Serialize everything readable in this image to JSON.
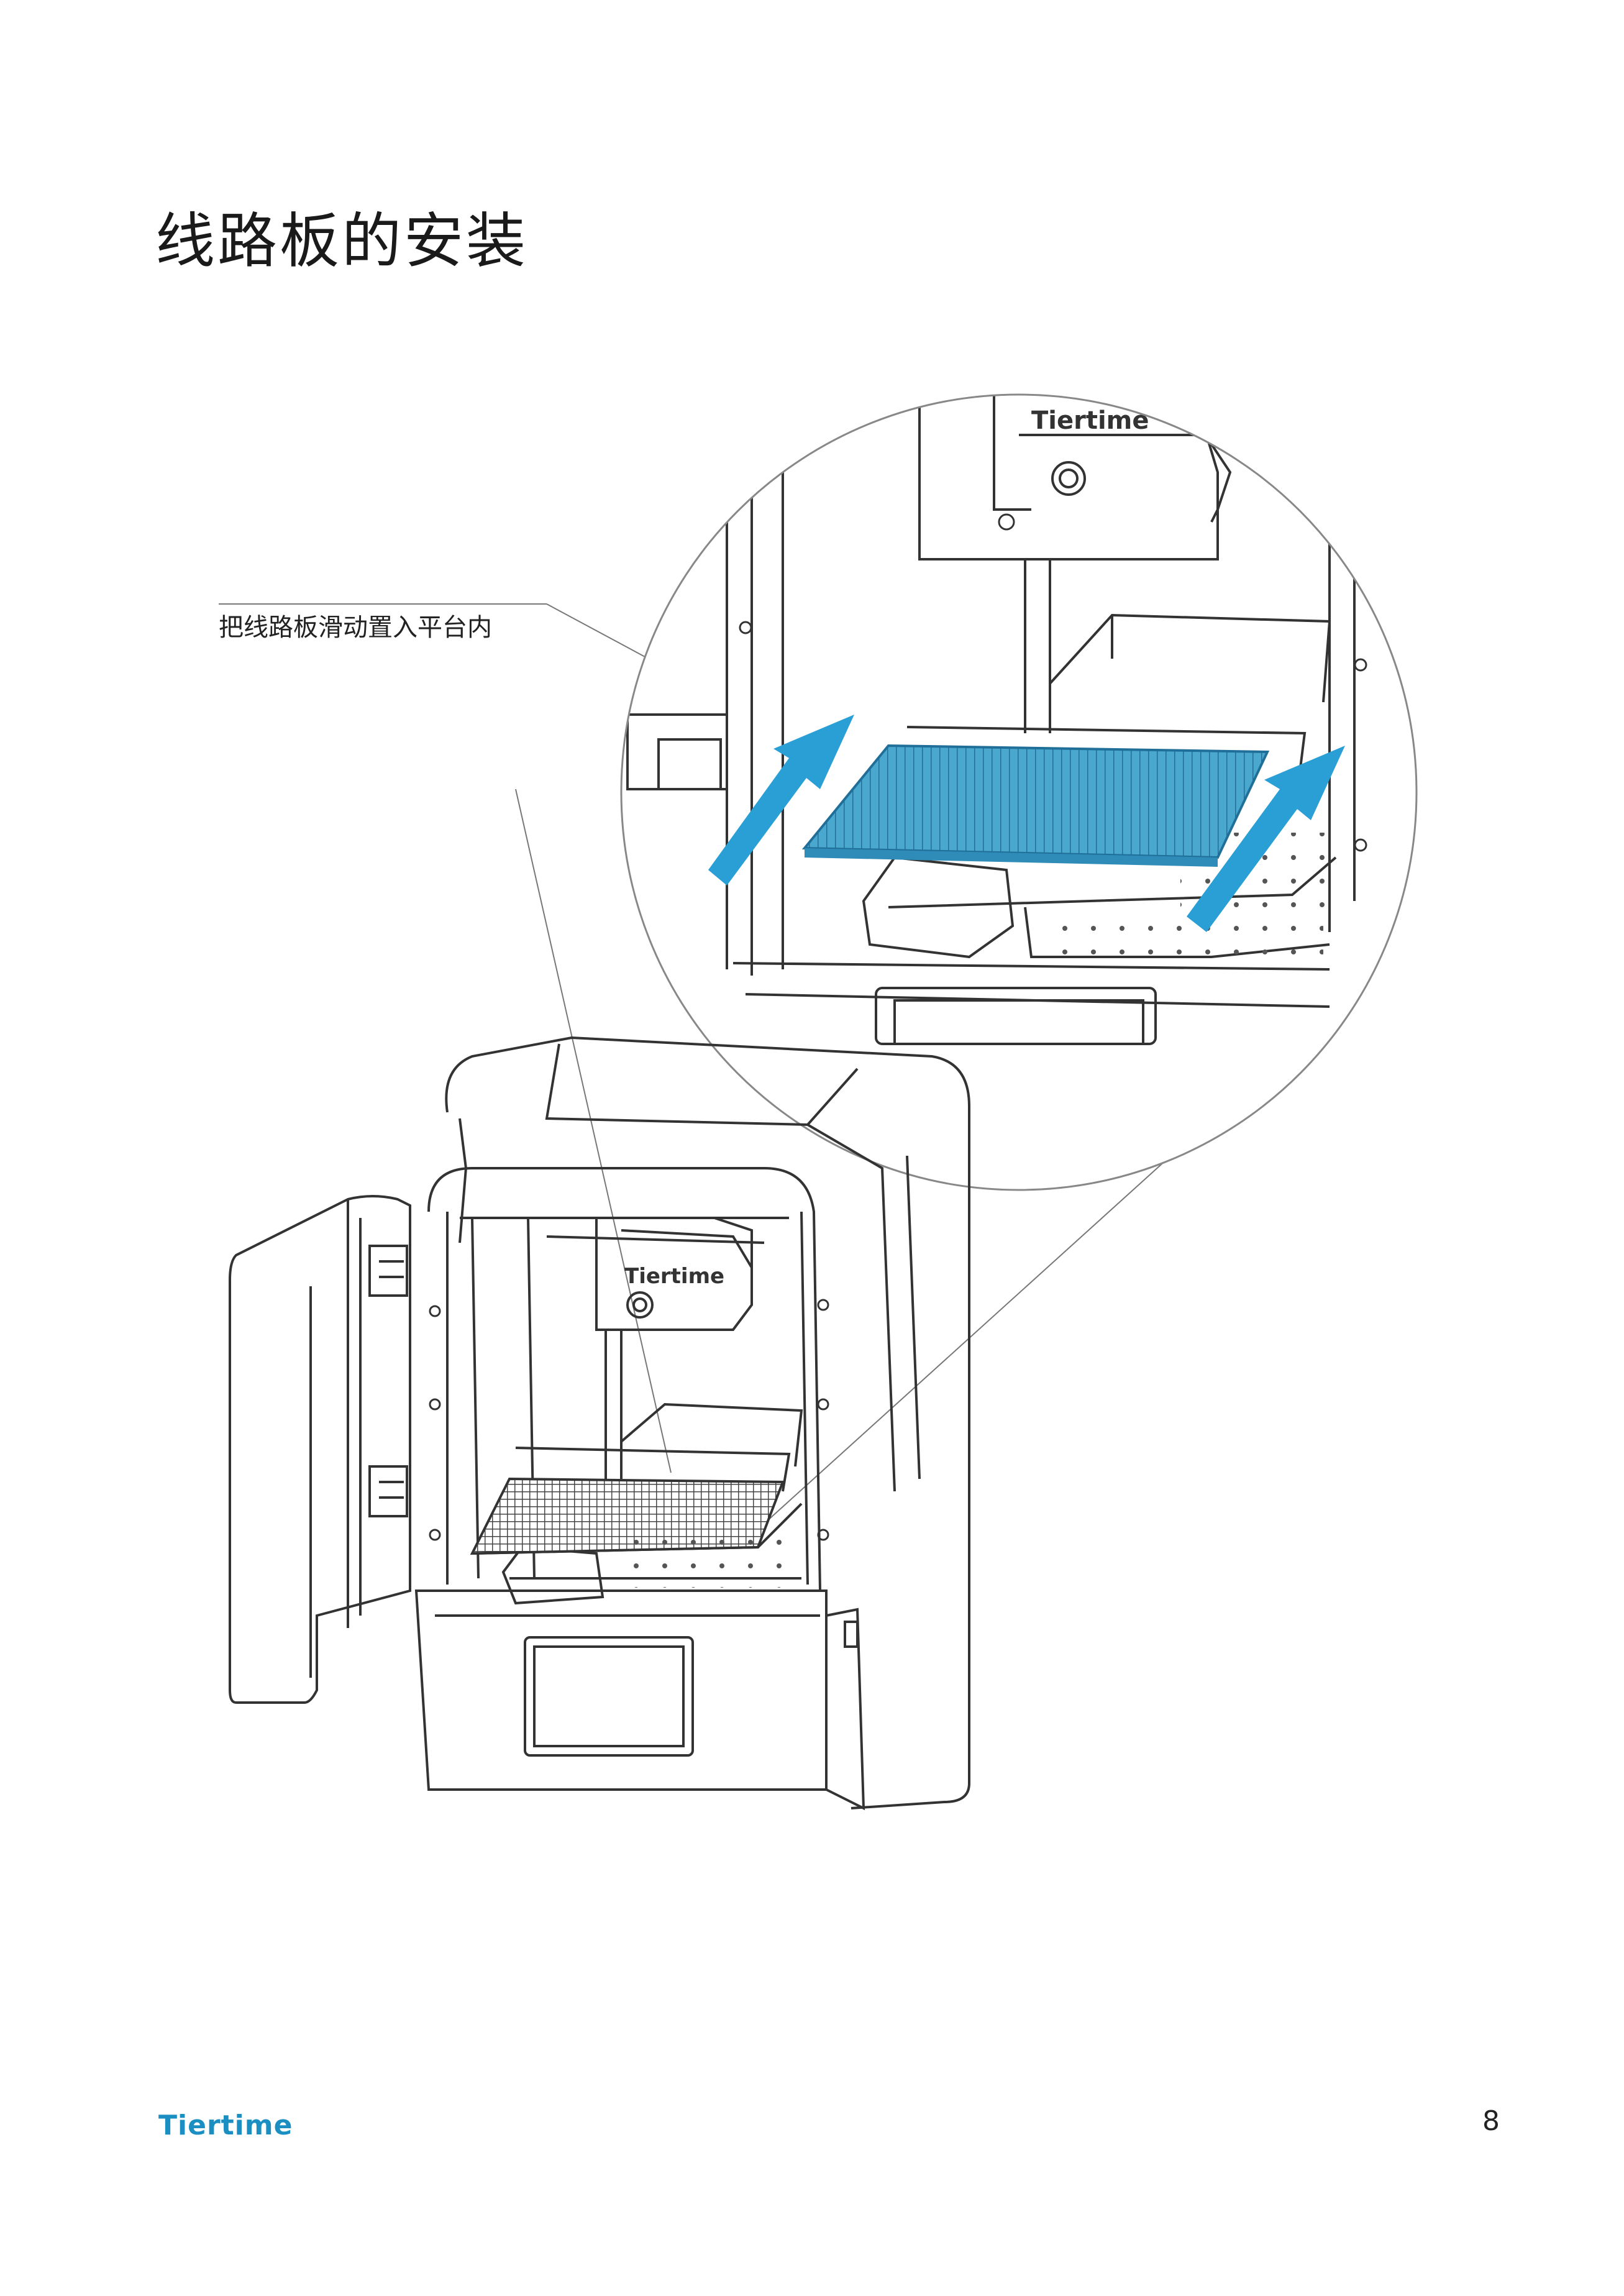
{
  "heading": {
    "title": "线路板的安装"
  },
  "callout": {
    "text": "把线路板滑动置入平台内"
  },
  "illustration": {
    "brand_on_printer": "Tiertime",
    "arrow_color": "#2a9fd6",
    "board_color": "#4aa8cf",
    "line_color": "#333333"
  },
  "footer": {
    "brand": "Tiertime",
    "page_number": "8",
    "brand_color": "#1b8fc2"
  }
}
